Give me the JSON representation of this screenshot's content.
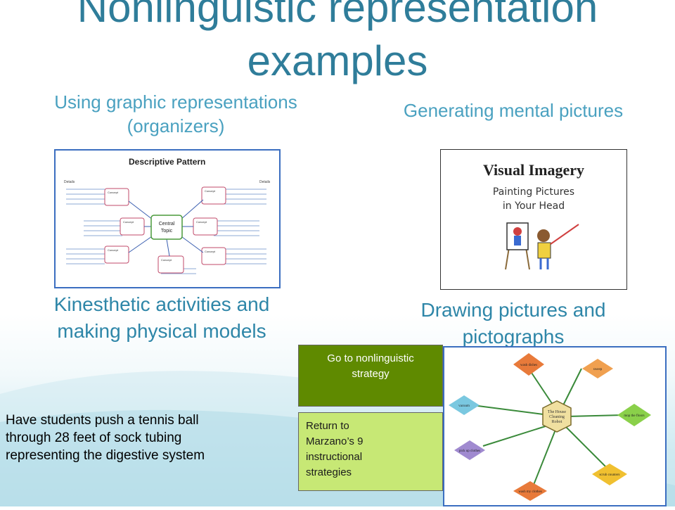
{
  "title": {
    "line1": "Nonlinguistic representation",
    "line2": "examples"
  },
  "quadrants": {
    "graphic": {
      "label_line1": "Using graphic representations",
      "label_line2": "(organizers)"
    },
    "mental": {
      "label": "Generating mental pictures"
    },
    "kinesthetic": {
      "label_line1": "Kinesthetic activities and",
      "label_line2": "making physical models"
    },
    "drawing": {
      "label_line1": "Drawing pictures and",
      "label_line2": "pictographs"
    }
  },
  "descriptive_pattern": {
    "heading": "Descriptive Pattern",
    "details_label": "Details",
    "central": [
      "Central",
      "Topic"
    ],
    "concept_label": "Concept"
  },
  "visual_imagery": {
    "heading": "Visual Imagery",
    "line1": "Painting Pictures",
    "line2": "in Your Head"
  },
  "pictograph": {
    "center": [
      "The House",
      "Cleaning",
      "Robot"
    ],
    "nodes": [
      "wash dishes",
      "sweep",
      "mop the floors",
      "scrub counters",
      "wash my clothes",
      "pick up clothes",
      "vacuum"
    ]
  },
  "note": {
    "lines": [
      "Have students push a tennis ball",
      "through 28 feet of sock tubing",
      "representing the digestive system"
    ]
  },
  "buttons": {
    "go_lines": [
      "Go to nonlinguistic",
      "strategy"
    ],
    "return_lines": [
      "Return to",
      "Marzano’s 9",
      "instructional",
      "strategies"
    ]
  },
  "colors": {
    "title": "#2f7d9a",
    "subtitle": "#4aa1c0",
    "go_button": "#5f8a00",
    "return_button": "#c7e875"
  }
}
